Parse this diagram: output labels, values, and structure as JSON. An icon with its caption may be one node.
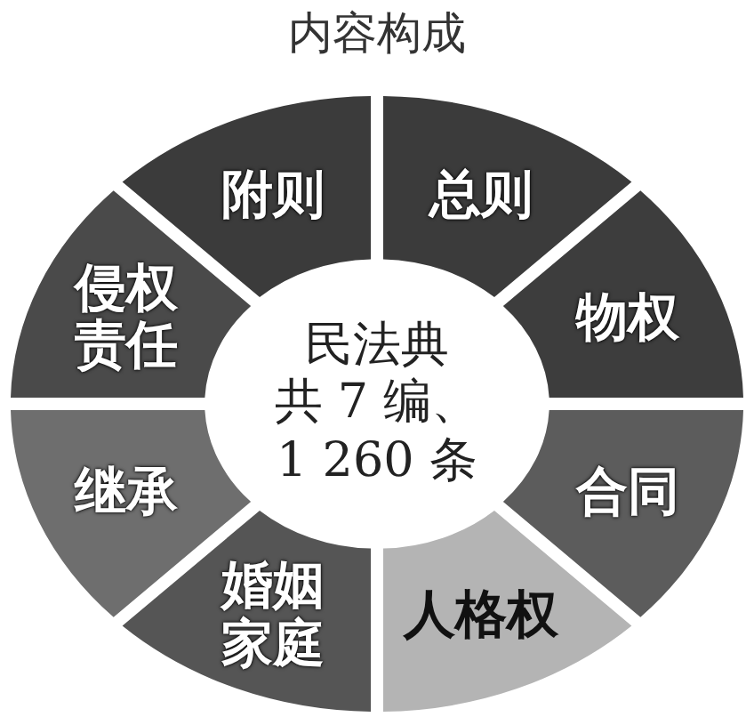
{
  "diagram": {
    "title": "内容构成",
    "nodes": [
      {
        "text": [
          "民法典共 7 编、1 260 条"
        ]
      },
      {
        "text": [
          "总则"
        ]
      },
      {
        "text": [
          "物权"
        ]
      },
      {
        "text": [
          "合同"
        ]
      },
      {
        "text": [
          "人格权"
        ]
      },
      {
        "text": [
          "婚姻家庭"
        ]
      },
      {
        "text": [
          "继承"
        ]
      },
      {
        "text": [
          "侵权责任"
        ]
      },
      {
        "text": [
          "附则"
        ]
      }
    ]
  }
}
